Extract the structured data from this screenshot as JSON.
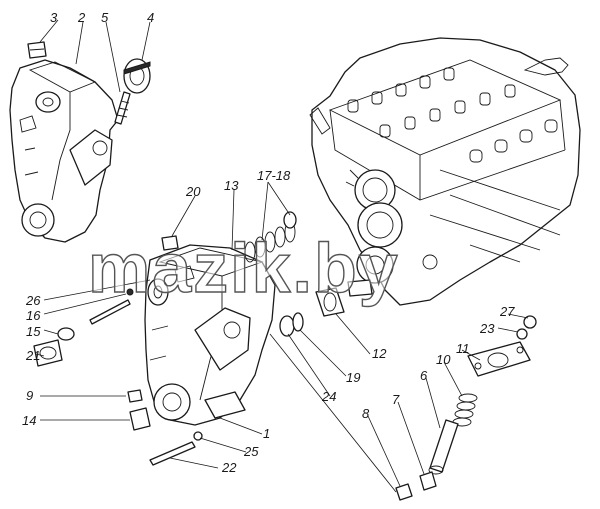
{
  "watermark": "mazik.by",
  "corner_mark": "",
  "callouts": [
    {
      "id": "c3",
      "text": "3"
    },
    {
      "id": "c2",
      "text": "2"
    },
    {
      "id": "c5",
      "text": "5"
    },
    {
      "id": "c4",
      "text": "4"
    },
    {
      "id": "c20",
      "text": "20"
    },
    {
      "id": "c13",
      "text": "13"
    },
    {
      "id": "c1718",
      "text": "17-18"
    },
    {
      "id": "c26",
      "text": "26"
    },
    {
      "id": "c16",
      "text": "16"
    },
    {
      "id": "c15",
      "text": "15"
    },
    {
      "id": "c21",
      "text": "21"
    },
    {
      "id": "c9",
      "text": "9"
    },
    {
      "id": "c14",
      "text": "14"
    },
    {
      "id": "c1",
      "text": "1"
    },
    {
      "id": "c25",
      "text": "25"
    },
    {
      "id": "c22",
      "text": "22"
    },
    {
      "id": "c12",
      "text": "12"
    },
    {
      "id": "c19",
      "text": "19"
    },
    {
      "id": "c24",
      "text": "24"
    },
    {
      "id": "c27",
      "text": "27"
    },
    {
      "id": "c23",
      "text": "23"
    },
    {
      "id": "c11",
      "text": "11"
    },
    {
      "id": "c10",
      "text": "10"
    },
    {
      "id": "c6",
      "text": "6"
    },
    {
      "id": "c7",
      "text": "7"
    },
    {
      "id": "c8",
      "text": "8"
    }
  ]
}
